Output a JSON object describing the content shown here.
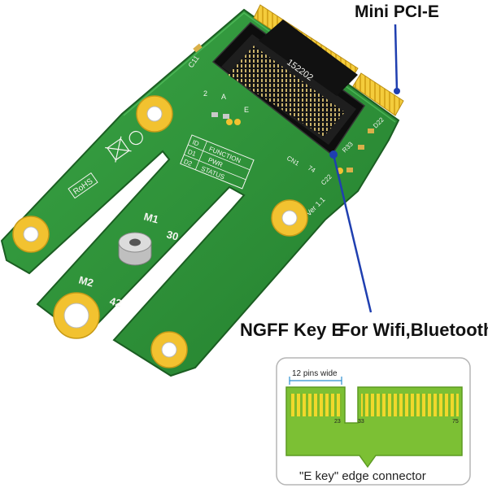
{
  "callouts": {
    "mini_pcie": "Mini PCI-E",
    "ngff_key_e": "NGFF Key E",
    "wifi_bluetooth": "For Wifi,Bluetooth"
  },
  "board": {
    "connector_marking": "152202",
    "mounting_label_m1": "M1",
    "mounting_label_30": "30",
    "mounting_label_m2": "M2",
    "mounting_label_42": "42",
    "rohs": "RoHS",
    "silk_d1": "D1",
    "silk_d2": "D2",
    "silk_id": "ID",
    "silk_function": "FUNCTION",
    "silk_pwr": "PWR",
    "silk_status": "STATUS",
    "silk_cn1": "CN1",
    "silk_74": "74",
    "silk_c11": "C11",
    "silk_c22": "C22",
    "silk_r33": "R33",
    "silk_ver": "Ver 1.1",
    "silk_2": "2",
    "silk_a": "A",
    "silk_e": "E",
    "silk_d22": "D22"
  },
  "ekey_diagram": {
    "pins_wide": "12 pins wide",
    "pin_23": "23",
    "pin_33": "33",
    "pin_75": "75",
    "caption": "\"E key\" edge connector"
  },
  "colors": {
    "pcb_green": "#2f9a3a",
    "pcb_dark": "#1d6b26",
    "gold": "#f2c230",
    "callout_line": "#1f3fb0"
  }
}
